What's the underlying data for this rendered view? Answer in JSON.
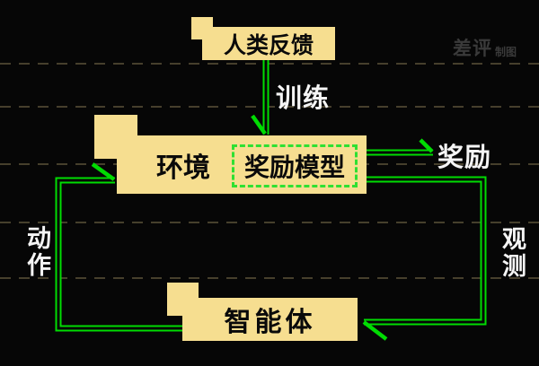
{
  "nodes": {
    "human_feedback": {
      "label": "人类反馈"
    },
    "environment": {
      "label": "环境"
    },
    "reward_model": {
      "label": "奖励模型"
    },
    "agent": {
      "label": "智能体"
    }
  },
  "edges": {
    "train": {
      "label": "训练"
    },
    "reward": {
      "label": "奖励"
    },
    "action": {
      "label": "动作"
    },
    "observation": {
      "label": "观测"
    }
  },
  "watermark": {
    "brand": "差评",
    "suffix": "制图"
  },
  "colors": {
    "background": "#060606",
    "box_fill": "#F6DE90",
    "box_text": "#0A0A0A",
    "arrow_green": "#00DC02",
    "dashed_border_green": "#2FE032",
    "label_white": "#F5F5F5",
    "scanline": "#463F2C",
    "watermark": "#3A3A3A"
  }
}
